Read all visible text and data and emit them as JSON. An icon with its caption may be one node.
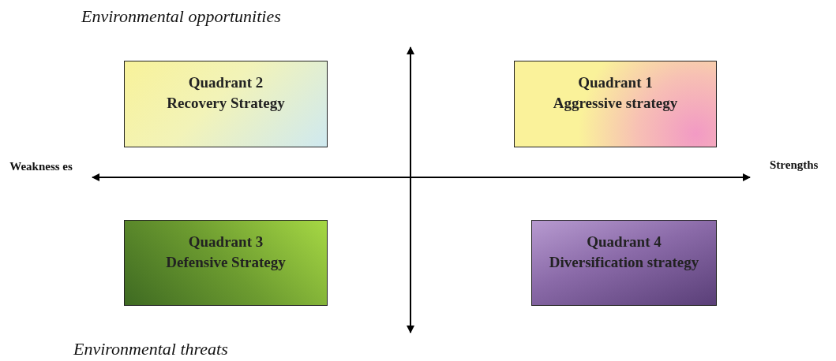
{
  "diagram": {
    "nodes": [
      {
        "text": [
          "Quadrant 2",
          "Recovery Strategy"
        ]
      },
      {
        "text": [
          "Quadrant 1",
          "Aggressive strategy"
        ]
      },
      {
        "text": [
          "Quadrant 3",
          "Defensive Strategy"
        ]
      },
      {
        "text": [
          "Quadrant 4",
          "Diversification strategy"
        ]
      }
    ],
    "edges": [],
    "labels": [
      "Environmental opportunities",
      "Weakness es",
      "Strengths",
      "Environmental threats"
    ]
  }
}
